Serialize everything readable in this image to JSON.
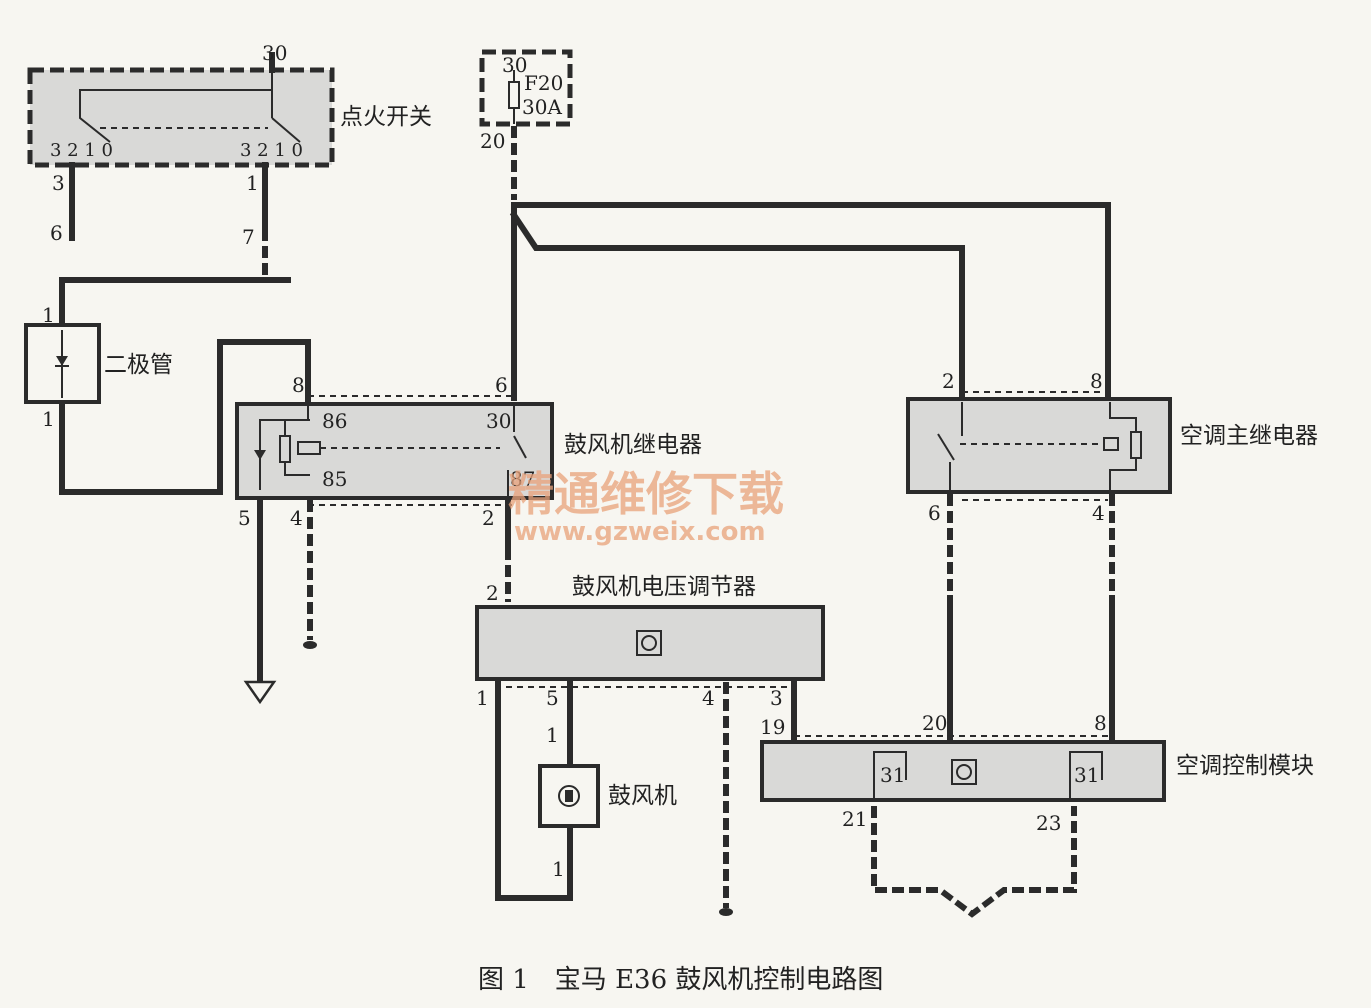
{
  "components": {
    "ignition_switch": "点火开关",
    "diode": "二极管",
    "blower_relay": "鼓风机继电器",
    "ac_main_relay": "空调主继电器",
    "blower_voltage_regulator": "鼓风机电压调节器",
    "blower_motor": "鼓风机",
    "ac_control_module": "空调控制模块"
  },
  "fuse": {
    "name": "F20",
    "rating": "30A",
    "pin_in": "30",
    "pin_out": "20"
  },
  "ignition_pins": {
    "top": "30",
    "left_positions": "3 2 1 0",
    "right_positions": "3 2 1 0",
    "left_out": "3",
    "right_out": "1",
    "left_conn": "6",
    "right_conn": "7"
  },
  "diode_pins": {
    "top": "1",
    "bottom": "1"
  },
  "blower_relay_pins": {
    "p8": "8",
    "p6": "6",
    "p86": "86",
    "p30": "30",
    "p85": "85",
    "p87": "87",
    "p5": "5",
    "p4": "4",
    "p2": "2"
  },
  "ac_relay_pins": {
    "p2": "2",
    "p8": "8",
    "p6": "6",
    "p4": "4"
  },
  "regulator_pins": {
    "p2": "2",
    "p1": "1",
    "p5": "5",
    "p4": "4",
    "p3": "3"
  },
  "motor_pins": {
    "top": "1",
    "bottom": "1"
  },
  "ac_module_pins": {
    "p19": "19",
    "p20": "20",
    "p8": "8",
    "p31a": "31",
    "p31b": "31",
    "p21": "21",
    "p23": "23"
  },
  "watermark": {
    "line1": "精通维修下载",
    "line2": "www.gzweix.com"
  },
  "caption": "图 1　宝马 E36 鼓风机控制电路图"
}
